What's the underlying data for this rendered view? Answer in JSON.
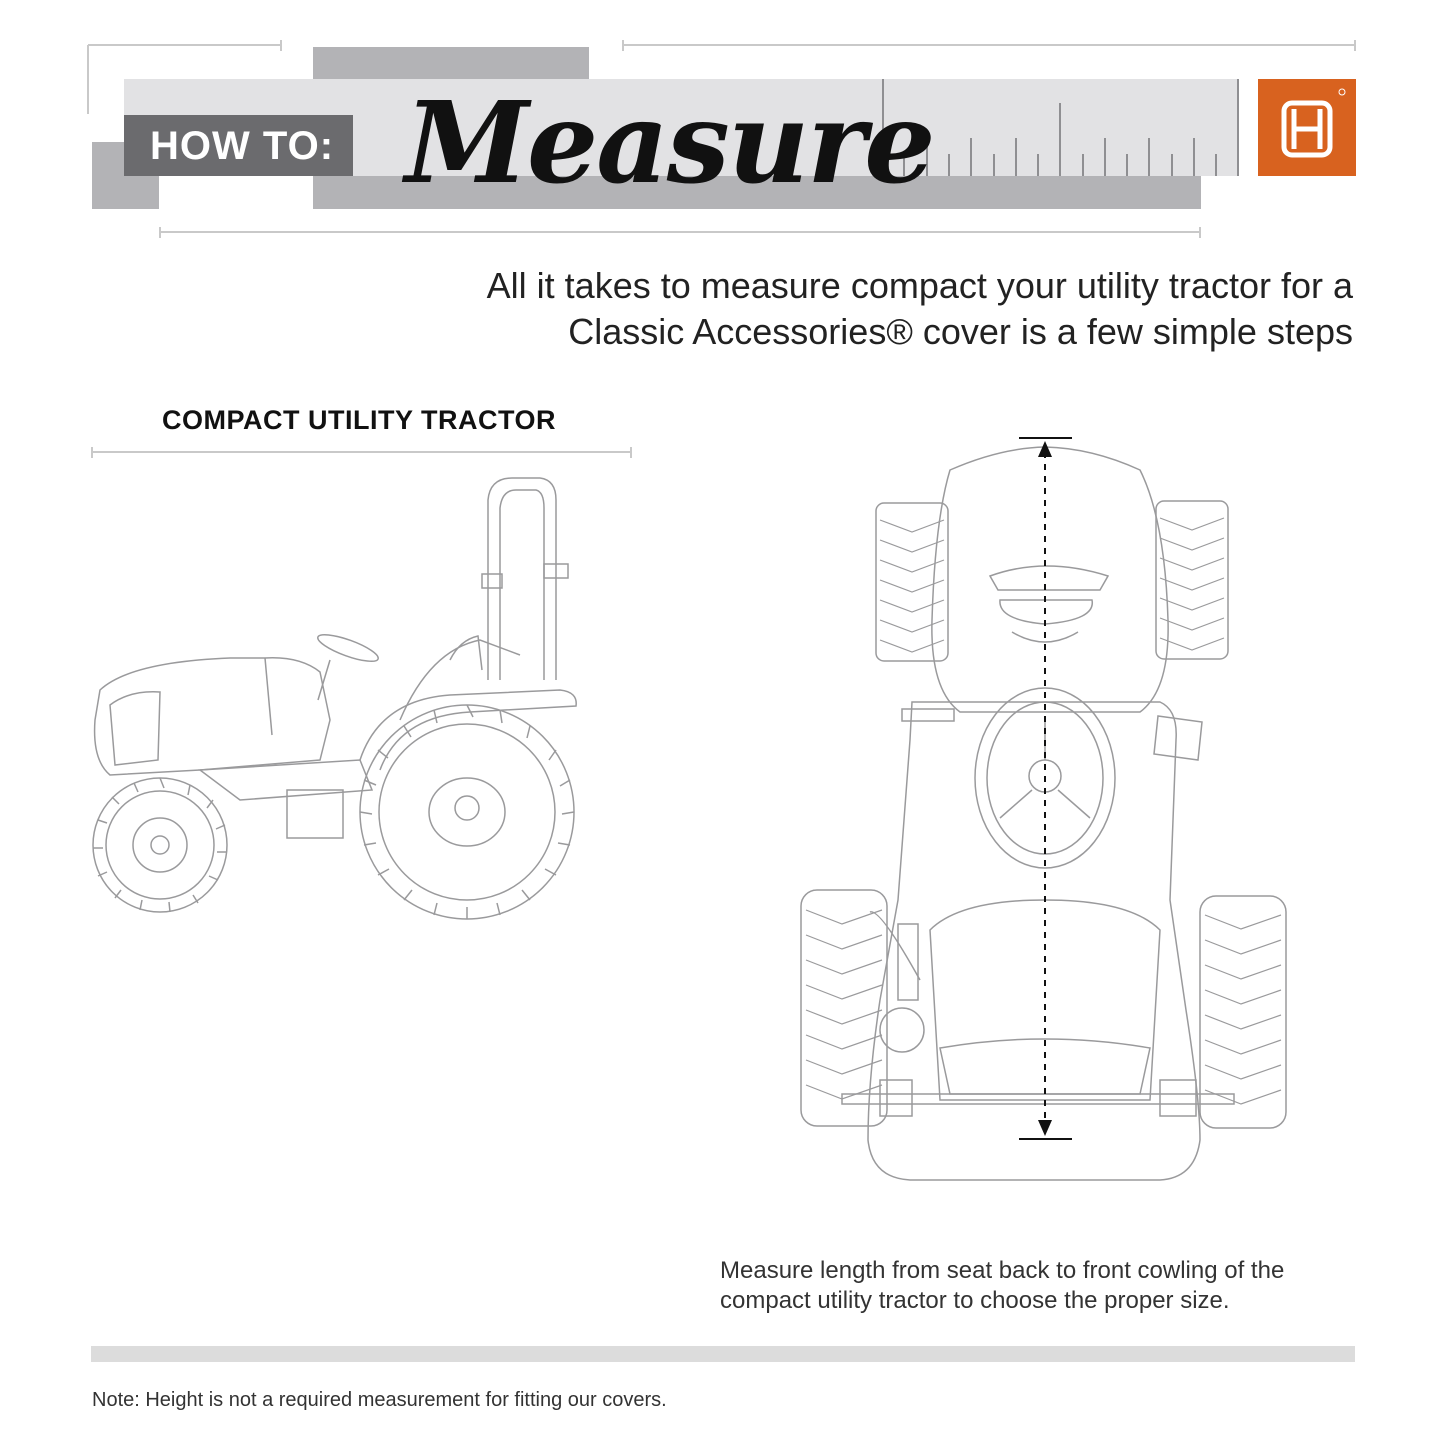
{
  "header": {
    "howto_label": "HOW TO:",
    "title": "Measure",
    "logo_icon": "classic-accessories-logo-icon",
    "logo_color": "#d8621f"
  },
  "intro": {
    "line1": "All it takes to measure compact your utility tractor for a",
    "line2": "Classic Accessories® cover is a few simple steps"
  },
  "section": {
    "title": "COMPACT UTILITY TRACTOR"
  },
  "instruction": {
    "line1": "Measure length from seat back to front cowling of the",
    "line2": "compact utility tractor to choose the proper size."
  },
  "note": "Note: Height is not a required measurement for fitting our covers."
}
